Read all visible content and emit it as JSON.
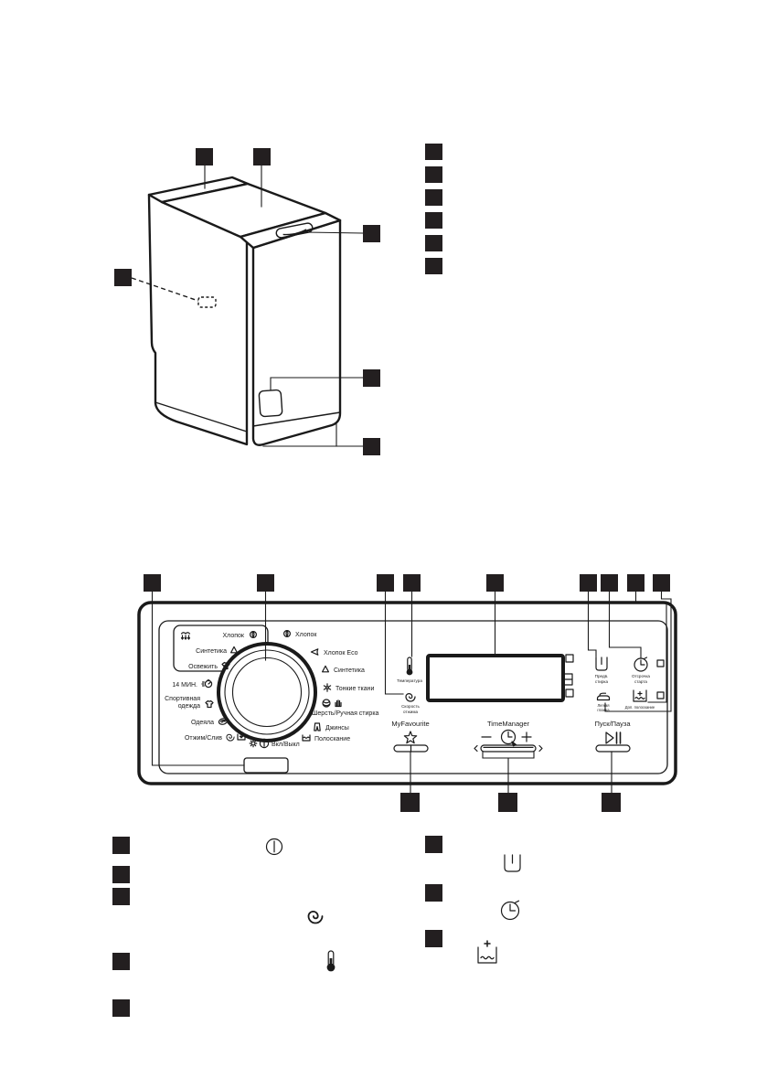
{
  "colors": {
    "ink": "#1a1a1a",
    "marker": "#231f20",
    "background": "#ffffff"
  },
  "figure_machine": {
    "callout_markers": 6,
    "index_markers": 6
  },
  "panel": {
    "programs_left": {
      "cotton": "Хлопок",
      "synthetics": "Синтетика",
      "refresh": "Освежить",
      "quick14": "14 МИН.",
      "sport_line1": "Спортивная",
      "sport_line2": "одежда",
      "blankets": "Одеяла",
      "spin_drain": "Отжим/Слив"
    },
    "programs_right": {
      "cotton": "Хлопок",
      "cotton_eco": "Хлопок Eco",
      "synthetics": "Синтетика",
      "delicates": "Тонкие ткани",
      "wool_handwash": "Шерсть/Ручная стирка",
      "jeans": "Джинсы",
      "rinse": "Полоскание"
    },
    "power_label": "Вкл/Выкл",
    "options": {
      "temperature": "Температура",
      "spin_line1": "Скорость",
      "spin_line2": "отжима",
      "prewash_line1": "Предв.",
      "prewash_line2": "стирка",
      "delay_line1": "Отсрочка",
      "delay_line2": "старта",
      "iron_line1": "Легкая",
      "iron_line2": "глажка",
      "extra_rinse": "Доп. полоскание"
    },
    "buttons": {
      "favourite": "MyFavourite",
      "time_manager": "TimeManager",
      "start_pause": "Пуск/Пауза"
    }
  },
  "icons": [
    "steam-refresh-icon",
    "cotton-icon",
    "triangle-synthetics-icon",
    "shirt-refresh-icon",
    "stopwatch-14min-icon",
    "sport-shirt-icon",
    "blanket-icon",
    "spin-spiral-icon",
    "drain-tub-icon",
    "light-icon",
    "power-icon",
    "cotton-eco-icon",
    "delicates-flower-icon",
    "wool-ball-icon",
    "hand-wash-icon",
    "jeans-icon",
    "rinse-tub-icon",
    "thermometer-icon",
    "display",
    "door-indicator-icons",
    "prewash-tub-icon",
    "delay-start-clock-icon",
    "easy-iron-icon",
    "extra-rinse-basin-icon",
    "favourite-star-icon",
    "time-manager-clock-icon",
    "minus-icon",
    "plus-icon",
    "play-pause-icon"
  ]
}
